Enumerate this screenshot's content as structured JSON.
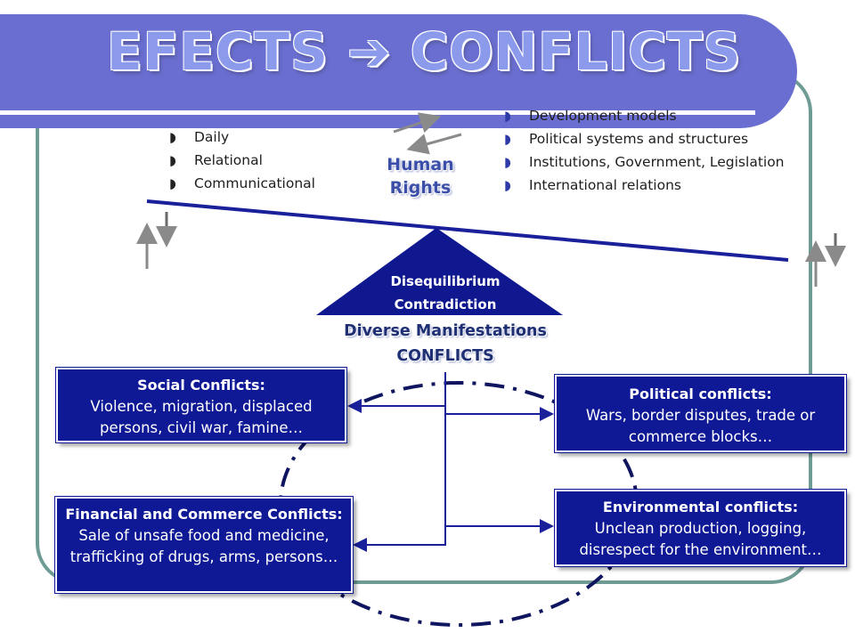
{
  "title": "EFECTS ➔ CONFLICTS",
  "left_bullets": [
    "Daily",
    "Relational",
    "Communicational"
  ],
  "right_bullets": [
    "Development models",
    "Political systems and structures",
    "Institutions, Government, Legislation",
    "International relations"
  ],
  "human_rights": [
    "Human",
    "Rights"
  ],
  "triangle_labels": [
    "Disequilibrium",
    "Contradiction"
  ],
  "manifestations": [
    "Diverse Manifestations",
    "CONFLICTS"
  ],
  "boxes": {
    "social": {
      "title": "Social Conflicts:",
      "body": "Violence, migration, displaced persons, civil war, famine…"
    },
    "political": {
      "title": "Political conflicts:",
      "body": "Wars, border disputes, trade or commerce blocks…"
    },
    "financial": {
      "title": "Financial and Commerce Conflicts:",
      "body": "Sale of unsafe food and medicine, trafficking of drugs, arms, persons…"
    },
    "environmental": {
      "title": "Environmental conflicts:",
      "body": "Unclean production, logging, disrespect for the environment…"
    }
  },
  "colors": {
    "banner": "#6a6ed0",
    "box": "#0f1895",
    "frame": "#6e9c94",
    "beam": "#1a1f9a"
  }
}
